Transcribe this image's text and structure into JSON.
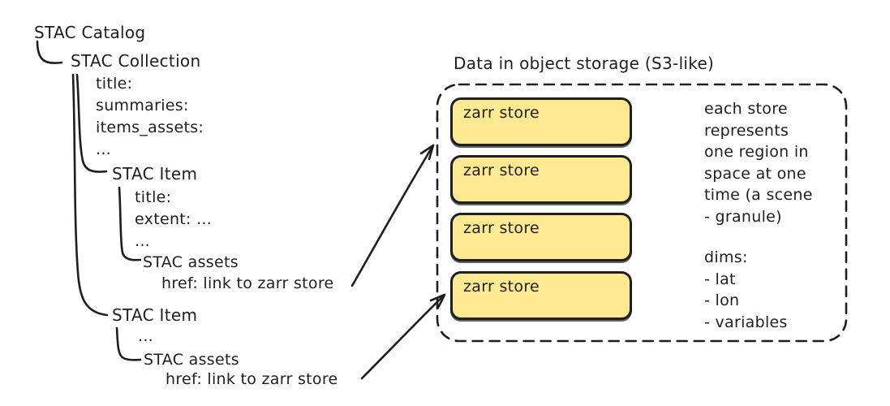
{
  "colors": {
    "ink": "#1e1e1e",
    "store_fill": "#fce992",
    "background": "#ffffff"
  },
  "tree": {
    "catalog_label": "STAC Catalog",
    "collection": {
      "label": "STAC Collection",
      "fields": [
        "title:",
        "summaries:",
        "items_assets:",
        "..."
      ]
    },
    "item1": {
      "label": "STAC Item",
      "fields": [
        "title:",
        "extent: ...",
        "..."
      ],
      "assets_label": "STAC assets",
      "href_label": "href: link to zarr store"
    },
    "item2": {
      "label": "STAC Item",
      "fields": [
        "..."
      ],
      "assets_label": "STAC assets",
      "href_label": "href: link to zarr store"
    }
  },
  "storage": {
    "title": "Data in object storage (S3-like)",
    "stores": [
      "zarr store",
      "zarr store",
      "zarr store",
      "zarr store"
    ],
    "note_lines": [
      "each store",
      "represents",
      "one region in",
      "space at one",
      "time (a scene",
      "- granule)"
    ],
    "dims_lines": [
      "dims:",
      "- lat",
      "- lon",
      "- variables"
    ]
  }
}
